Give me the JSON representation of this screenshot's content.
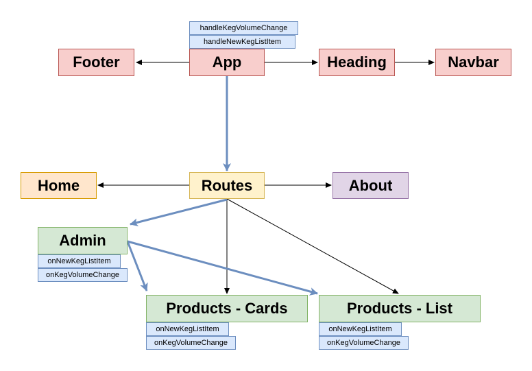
{
  "nodes": {
    "app": "App",
    "footer": "Footer",
    "heading": "Heading",
    "navbar": "Navbar",
    "routes": "Routes",
    "home": "Home",
    "about": "About",
    "admin": "Admin",
    "products_cards": "Products - Cards",
    "products_list": "Products - List"
  },
  "props": {
    "app": [
      "handleKegVolumeChange",
      "handleNewKegListItem"
    ],
    "admin": [
      "onNewKegListItem",
      "onKegVolumeChange"
    ],
    "products_cards": [
      "onNewKegListItem",
      "onKegVolumeChange"
    ],
    "products_list": [
      "onNewKegListItem",
      "onKegVolumeChange"
    ]
  },
  "colors": {
    "red_fill": "#f8cecc",
    "yellow_fill": "#fff2cc",
    "orange_fill": "#ffe6cc",
    "purple_fill": "#e1d5e7",
    "green_fill": "#d5e8d4",
    "prop_fill": "#dae8fc",
    "thick_edge": "#6c8ebf",
    "thin_edge": "#000000"
  }
}
